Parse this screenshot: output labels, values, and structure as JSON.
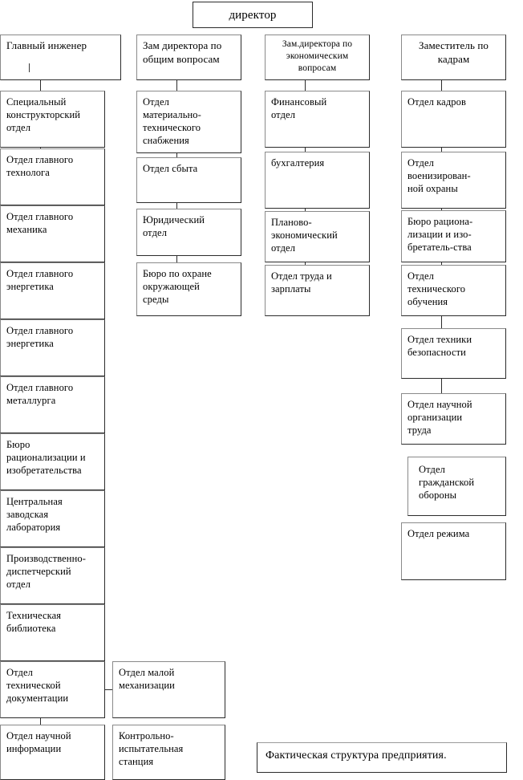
{
  "diagram": {
    "title": "директор",
    "caption": "Фактическая структура предприятия.",
    "root": {
      "label": "директор"
    },
    "columns": [
      {
        "id": "chief-engineer",
        "head": "Главный инженер",
        "head_align": "left",
        "items": [
          "Специальный\nконструкторский\nотдел",
          "Отдел главного\nтехнолога",
          "Отдел главного\nмеханика",
          "Отдел главного\nэнергетика",
          "Отдел главного\nэнергетика",
          "Отдел главного\nметаллурга",
          "Бюро\nрационализации и\nизобретательства",
          "Центральная\nзаводская\nлаборатория",
          "Производственно-\nдиспетчерский\nотдел",
          "Техническая\nбиблиотека",
          "Отдел\nтехнической\nдокументации",
          "Отдел научной\nинформации"
        ],
        "side_items": [
          "Отдел малой\nмеханизации",
          "Контрольно-\nиспытательная\nстанция"
        ]
      },
      {
        "id": "deputy-general",
        "head": "Зам директора по\nобщим вопросам",
        "head_align": "left",
        "items": [
          "Отдел\nматериально-\nтехнического\nснабжения",
          "Отдел сбыта",
          "Юридический\nотдел",
          "Бюро по охране\nокружающей\nсреды"
        ],
        "side_items": []
      },
      {
        "id": "deputy-economics",
        "head": "Зам.директора по\nэкономическим\nвопросам",
        "head_align": "center",
        "items": [
          "Финансовый\nотдел",
          "бухгалтерия",
          "Планово-\nэкономический\nотдел",
          "Отдел труда и\nзарплаты"
        ],
        "side_items": []
      },
      {
        "id": "deputy-personnel",
        "head": "Заместитель по\nкадрам",
        "head_align": "center",
        "items": [
          "Отдел кадров",
          "Отдел\nвоенизирован-\nной охраны",
          "Бюро рациона-\nлизации и изо-\nбретатель-ства",
          "Отдел\nтехнического\nобучения",
          "Отдел техники\nбезопасности",
          "Отдел научной\nорганизации\nтруда",
          "Отдел\nгражданской\nобороны",
          "Отдел режима"
        ],
        "side_items": []
      }
    ]
  }
}
